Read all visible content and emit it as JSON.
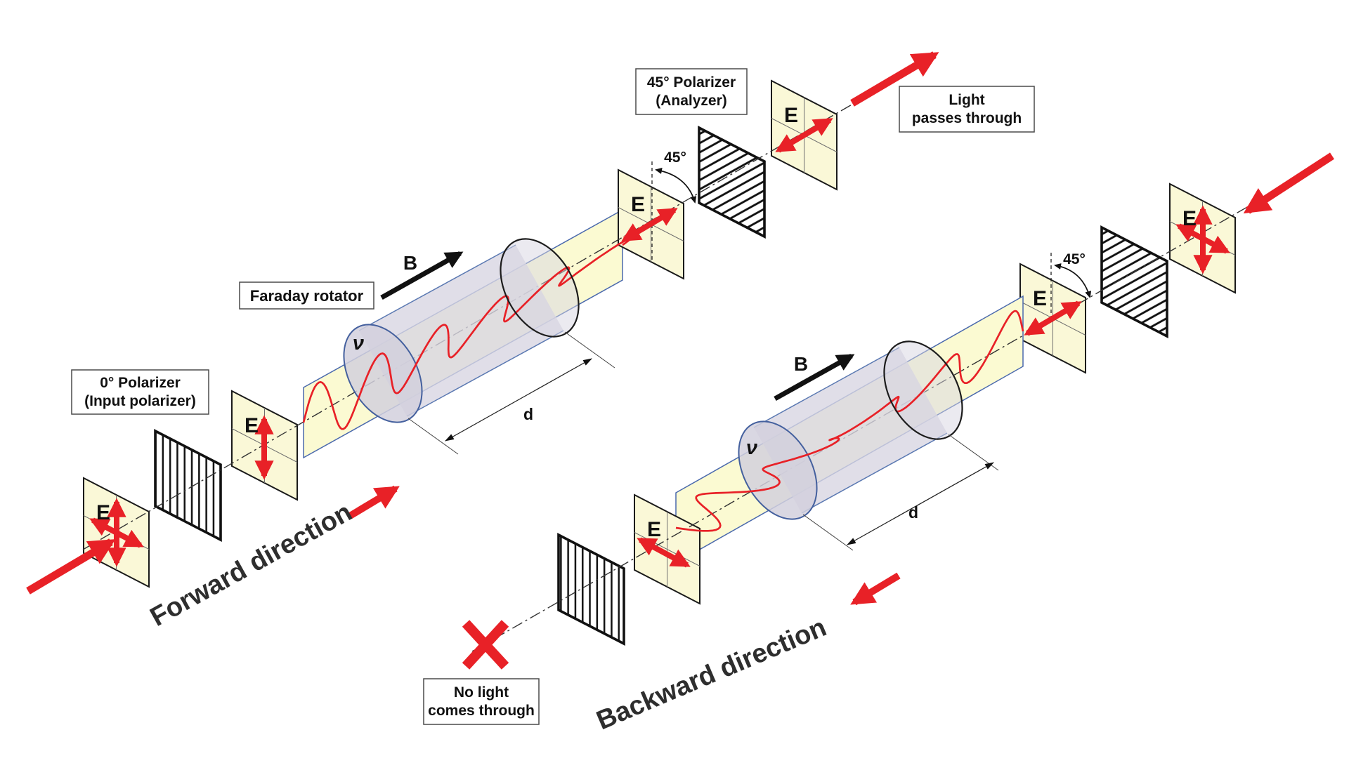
{
  "diagram": {
    "boxes": {
      "input_polarizer": {
        "line1": "0° Polarizer",
        "line2": "(Input polarizer)"
      },
      "faraday_rotator": {
        "label": "Faraday rotator"
      },
      "analyzer": {
        "line1": "45° Polarizer",
        "line2": "(Analyzer)"
      },
      "light_passes": {
        "line1": "Light",
        "line2": "passes through"
      },
      "no_light": {
        "line1": "No light",
        "line2": "comes through"
      }
    },
    "directions": {
      "forward": "Forward direction",
      "backward": "Backward direction"
    },
    "symbols": {
      "e_field": "E",
      "b_field": "B",
      "frequency": "ν",
      "rotator_length": "d",
      "angle": "45°"
    },
    "colors": {
      "beam_red": "#e82127",
      "panel_yellow": "#faf8d7",
      "cylinder_gray": "#d9d6e2",
      "ribbon_border_blue": "#4a69ad",
      "text_dark": "#2e2e2e"
    }
  }
}
